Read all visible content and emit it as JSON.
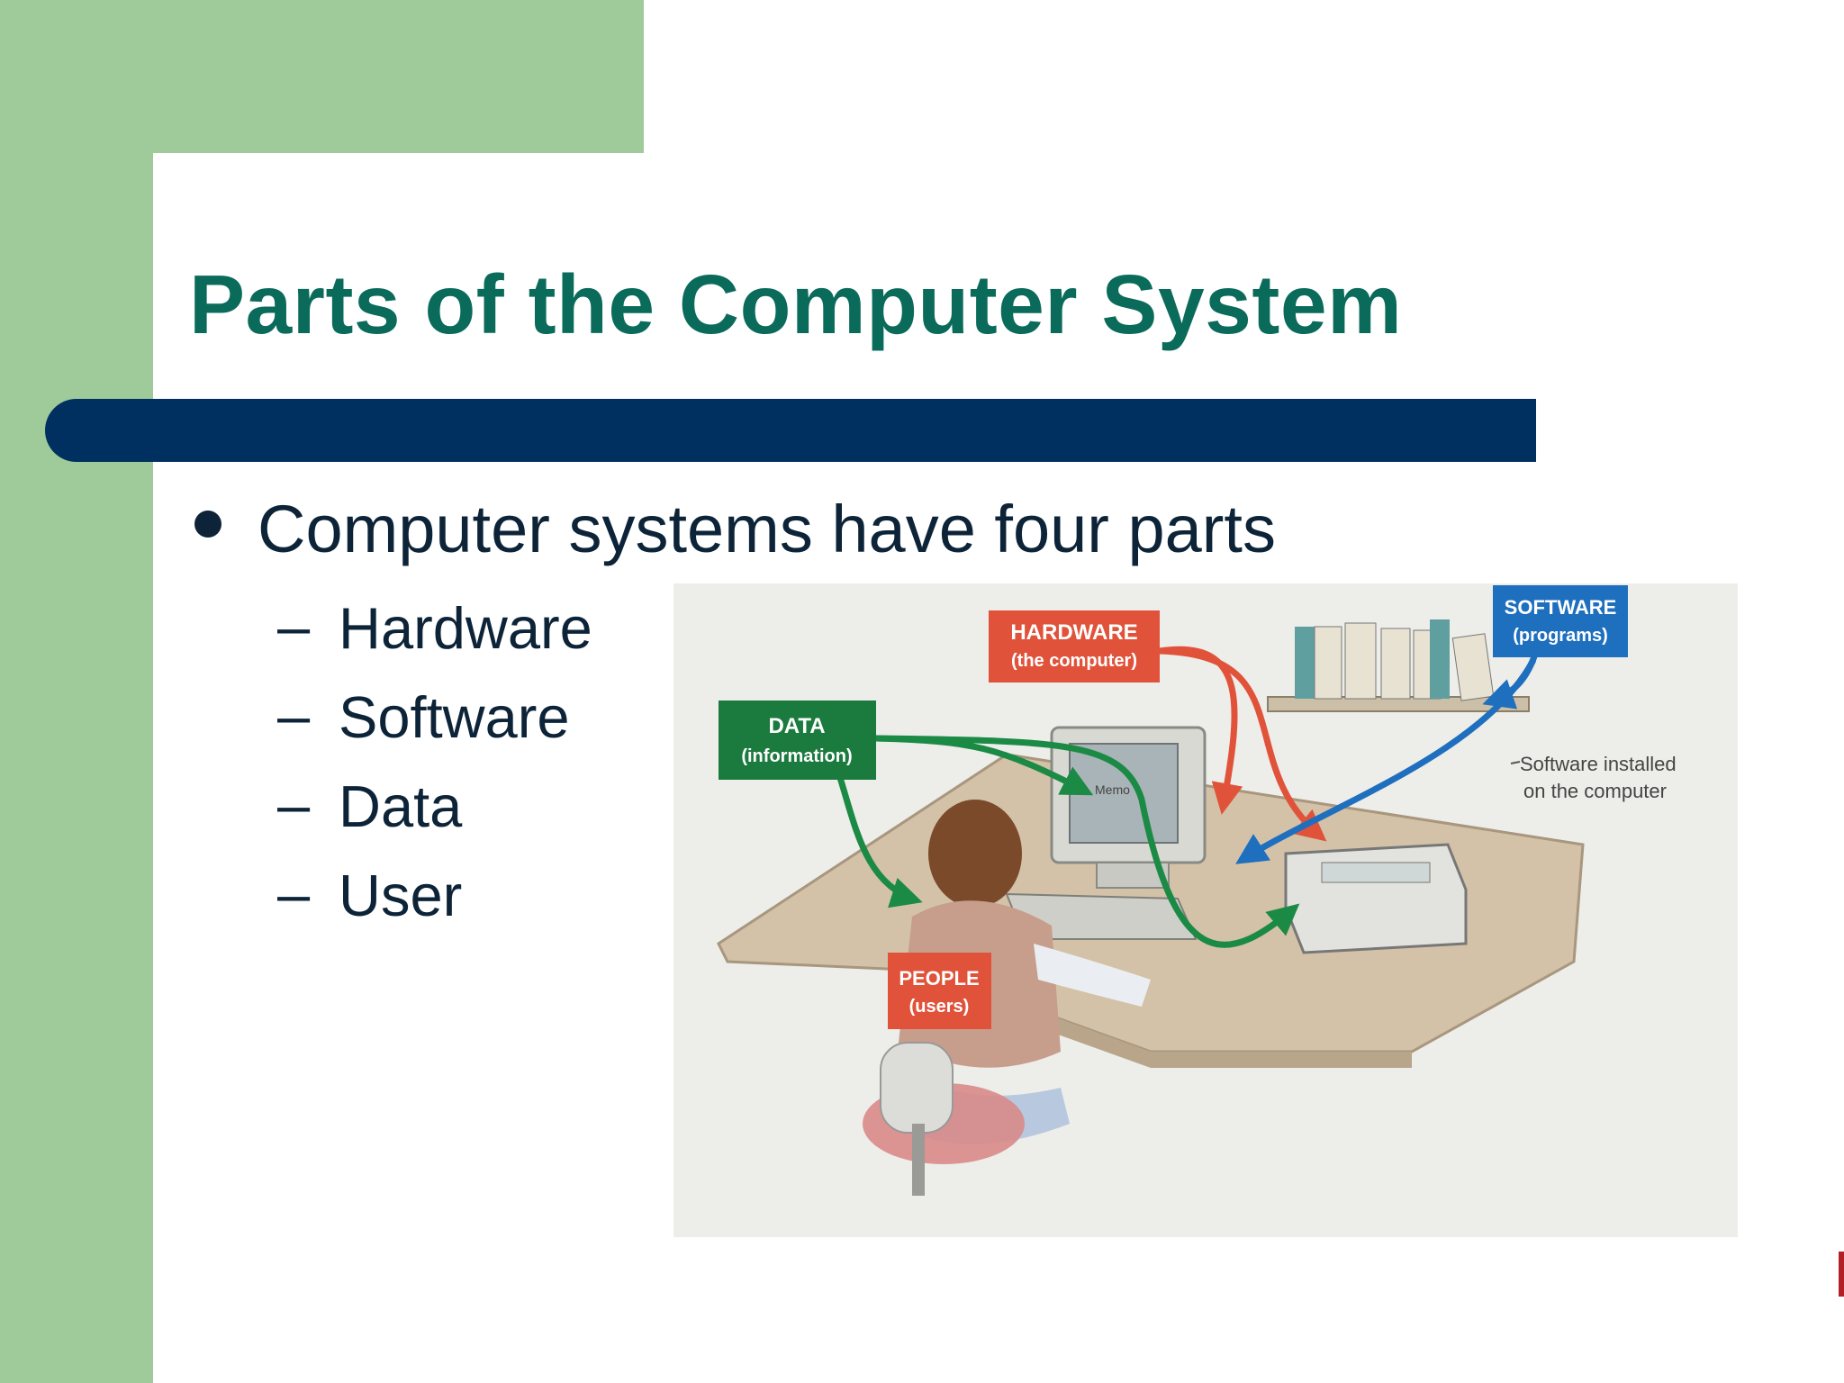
{
  "slide": {
    "title": "Parts of the Computer System",
    "bullet": "Computer systems have four parts",
    "sub_items": [
      {
        "label": "Hardware"
      },
      {
        "label": "Software"
      },
      {
        "label": "Data"
      },
      {
        "label": "User"
      }
    ]
  },
  "figure": {
    "tags": {
      "hardware": {
        "line1": "HARDWARE",
        "line2": "(the computer)"
      },
      "software": {
        "line1": "SOFTWARE",
        "line2": "(programs)"
      },
      "data": {
        "line1": "DATA",
        "line2": "(information)"
      },
      "people": {
        "line1": "PEOPLE",
        "line2": "(users)"
      }
    },
    "note": {
      "line1": "Software installed",
      "line2": "on the computer"
    },
    "screen_text": "Memo"
  },
  "colors": {
    "green_panel": "#9fcb9a",
    "title": "#0b6b5b",
    "rule": "#00305f",
    "body_text": "#0d2438",
    "hardware_tag": "#e0533a",
    "software_tag": "#1f6fbf",
    "data_tag": "#1b7a3e",
    "people_tag": "#e0533a"
  }
}
